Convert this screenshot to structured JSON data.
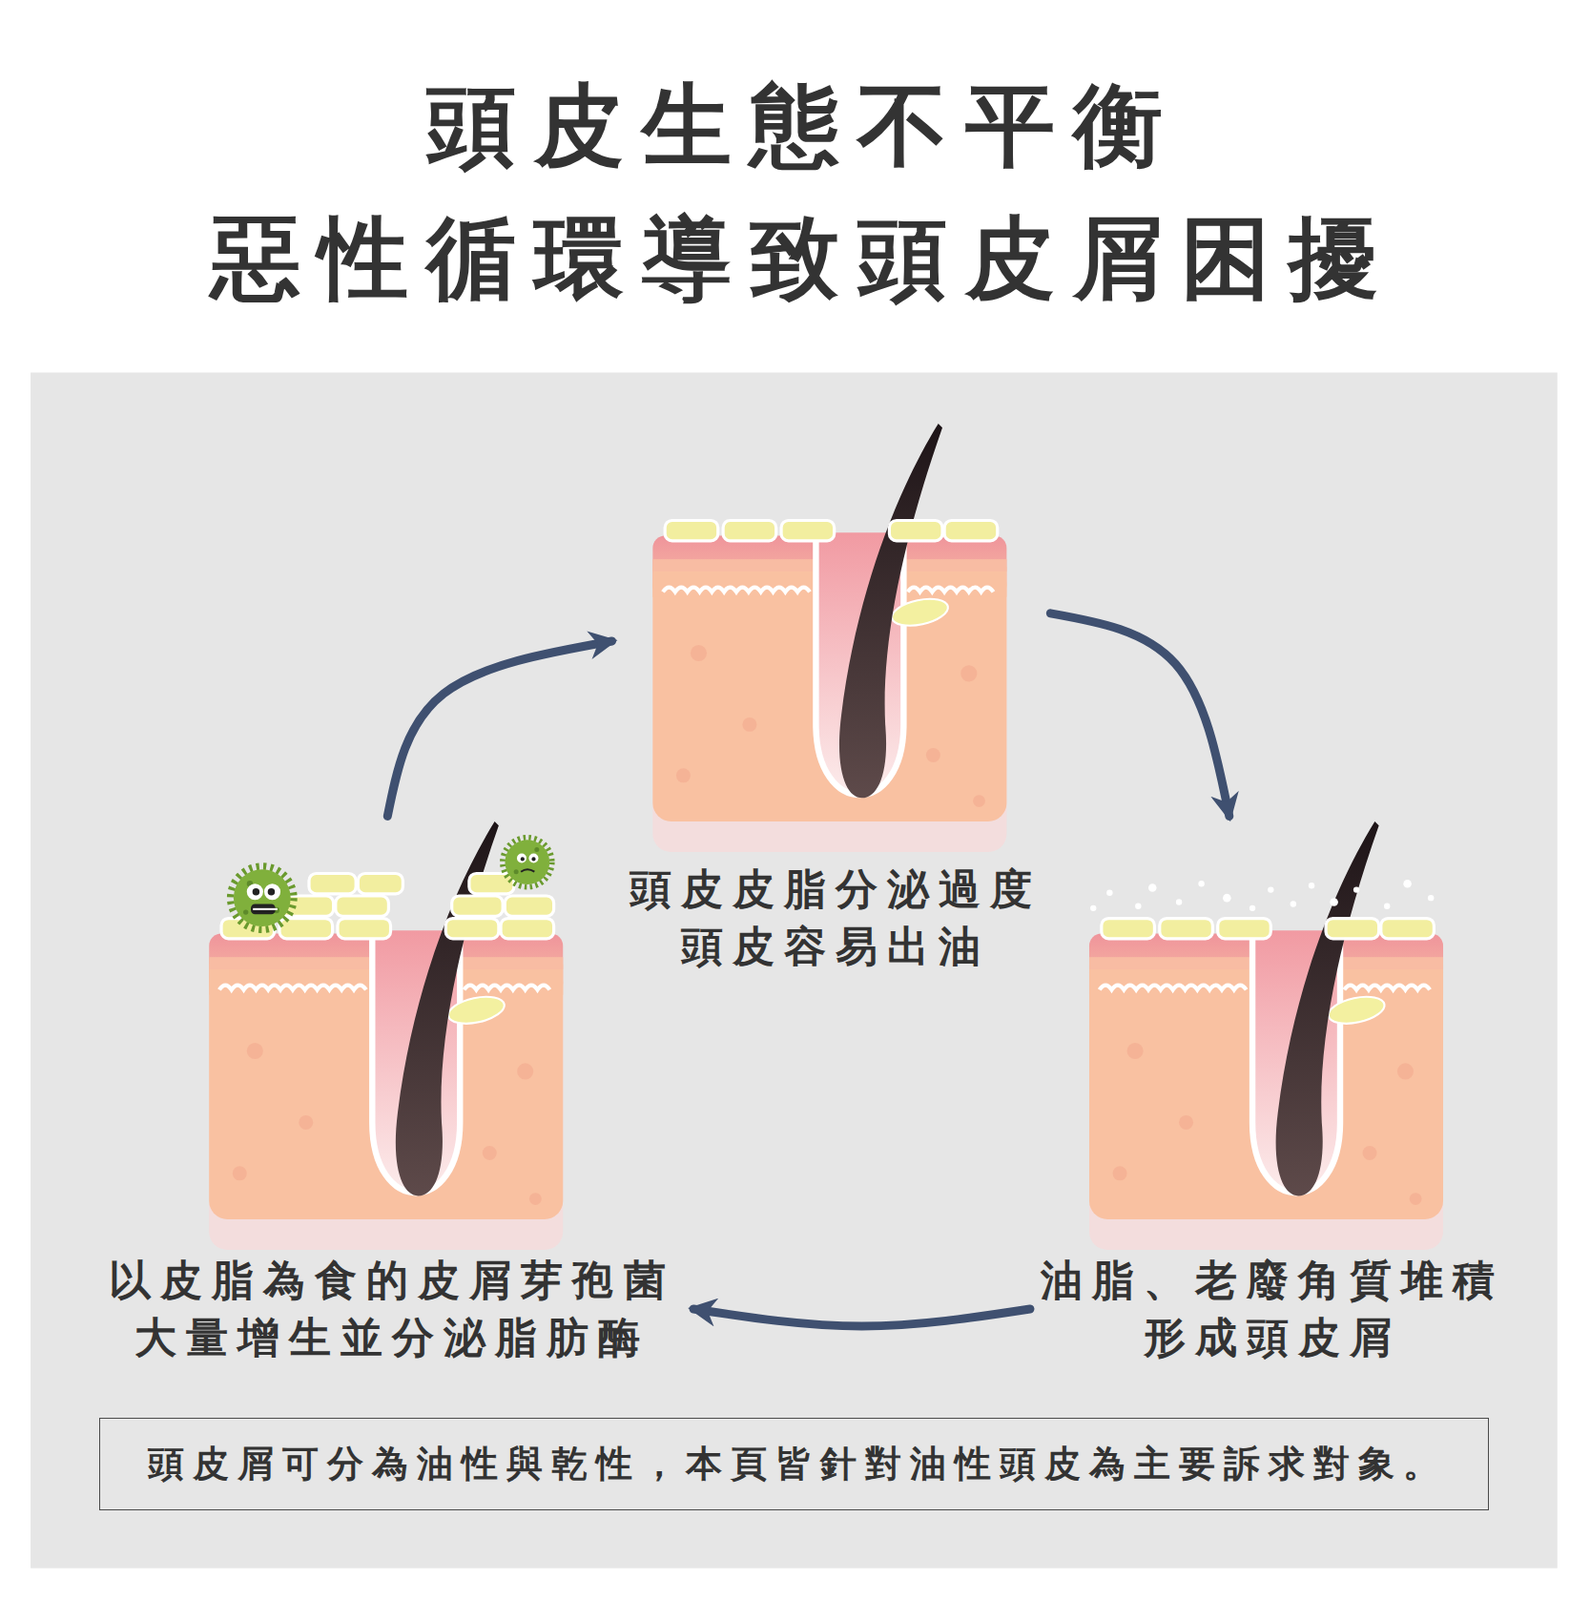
{
  "diagram": {
    "title": "頭皮生態不平衡 惡性循環導致頭皮屑困擾",
    "nodes": [
      {
        "text": [
          "頭皮皮脂分泌過度 頭皮容易出油"
        ]
      },
      {
        "text": [
          "油脂、老廢角質堆積 形成頭皮屑"
        ]
      },
      {
        "text": [
          "以皮脂為食的皮屑芽孢菌 大量增生並分泌脂肪酶"
        ]
      },
      {
        "text": [
          "頭皮屑可分為油性與乾性，本頁皆針對油性頭皮為主要訴求對象。"
        ]
      }
    ],
    "edges": [
      {
        "from": 0,
        "to": 1,
        "arrow": "to"
      },
      {
        "from": 1,
        "to": 2,
        "arrow": "to"
      },
      {
        "from": 2,
        "to": 0,
        "arrow": "to"
      }
    ]
  }
}
